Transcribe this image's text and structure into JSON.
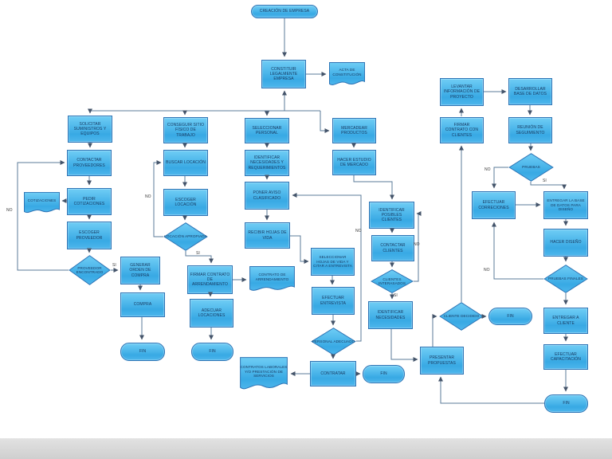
{
  "diagram": {
    "title": "CREACIÓN DE EMPRESA",
    "colors": {
      "node_fill_top": "#6fcdf5",
      "node_fill_bottom": "#38a9e4",
      "node_border": "#2e74b5",
      "node_text": "#17375e",
      "connector": "#5b7b9a",
      "arrowhead": "#44546a",
      "footer_band": "#d6d6d6"
    },
    "nodes": [
      {
        "id": 0,
        "type": "terminator",
        "label": "CREACIÓN DE EMPRESA"
      },
      {
        "id": 1,
        "type": "process",
        "label": "CONSTITUIR LEGALMENTE EMPRESA"
      },
      {
        "id": 2,
        "type": "document",
        "label": "ACTA DE CONSTITUCIÓN"
      },
      {
        "id": 3,
        "type": "process",
        "label": "SOLICITAR SUMINISTROS Y EQUIPOS"
      },
      {
        "id": 4,
        "type": "process",
        "label": "CONSEGUIR SITIO FÍSICO DE TRABAJO"
      },
      {
        "id": 5,
        "type": "process",
        "label": "SELECCIONAR PERSONAL"
      },
      {
        "id": 6,
        "type": "process",
        "label": "MERCADEAR PRODUCTOS"
      },
      {
        "id": 7,
        "type": "process",
        "label": "CONTACTAR PROVEEDORES"
      },
      {
        "id": 8,
        "type": "process",
        "label": "PEDIR COTIZACIONES"
      },
      {
        "id": 9,
        "type": "document",
        "label": "COTIZACIONES"
      },
      {
        "id": 10,
        "type": "process",
        "label": "ESCOGER PROVEEDOR"
      },
      {
        "id": 11,
        "type": "decision",
        "label": "PROVEEDOR ENCONTRADO"
      },
      {
        "id": 12,
        "type": "process",
        "label": "GENERAR ORDEN DE COMPRA"
      },
      {
        "id": 13,
        "type": "process",
        "label": "COMPRA"
      },
      {
        "id": 14,
        "type": "terminator",
        "label": "FIN"
      },
      {
        "id": 15,
        "type": "process",
        "label": "BUSCAR LOCACIÓN"
      },
      {
        "id": 16,
        "type": "process",
        "label": "ESCOGER LOCACIÓN"
      },
      {
        "id": 17,
        "type": "decision",
        "label": "LOCACIÓN APROPIADA"
      },
      {
        "id": 18,
        "type": "process",
        "label": "FIRMAR CONTRATO DE ARRENDAMIENTO"
      },
      {
        "id": 19,
        "type": "document",
        "label": "CONTRATO DE ARRENDAMIENTO"
      },
      {
        "id": 20,
        "type": "process",
        "label": "ADECUAR LOCACIONES"
      },
      {
        "id": 21,
        "type": "terminator",
        "label": "FIN"
      },
      {
        "id": 22,
        "type": "process",
        "label": "IDENTIFICAR NECESIDADES Y REQUERIMIENTOS"
      },
      {
        "id": 23,
        "type": "process",
        "label": "PONER AVISO CLASIFICADO"
      },
      {
        "id": 24,
        "type": "process",
        "label": "RECIBIR HOJAS DE VIDA"
      },
      {
        "id": 25,
        "type": "process",
        "label": "SELECCIONAR HOJAS DE VIDA Y CITAR A ENTREVISTA"
      },
      {
        "id": 26,
        "type": "process",
        "label": "EFECTUAR ENTREVISTA"
      },
      {
        "id": 27,
        "type": "decision",
        "label": "PERSONAL ADECUADO"
      },
      {
        "id": 28,
        "type": "process",
        "label": "CONTRATAR"
      },
      {
        "id": 29,
        "type": "document",
        "label": "CONTRATOS LABORALES Y/O PRESTACIÓN DE SERVICIOS"
      },
      {
        "id": 30,
        "type": "terminator",
        "label": "FIN"
      },
      {
        "id": 31,
        "type": "process",
        "label": "HACER ESTUDIO DE MERCADO"
      },
      {
        "id": 32,
        "type": "process",
        "label": "IDENTIFICAR POSIBLES CLIENTES"
      },
      {
        "id": 33,
        "type": "process",
        "label": "CONTACTAR CLIENTES"
      },
      {
        "id": 34,
        "type": "decision",
        "label": "CLIENTES INTERASADOS"
      },
      {
        "id": 35,
        "type": "process",
        "label": "IDENTIFICAR NECESIDADES"
      },
      {
        "id": 36,
        "type": "process",
        "label": "PRESENTAR PROPUESTAS"
      },
      {
        "id": 37,
        "type": "decision",
        "label": "CLIENTE DECIDIDO"
      },
      {
        "id": 38,
        "type": "terminator",
        "label": "FIN"
      },
      {
        "id": 39,
        "type": "process",
        "label": "LEVANTAR INFORMACIÓN DE PROYECTO"
      },
      {
        "id": 40,
        "type": "process",
        "label": "DESARROLLAR BASE DE DATOS"
      },
      {
        "id": 41,
        "type": "process",
        "label": "FIRMAR CONTRATO CON CLIENTES"
      },
      {
        "id": 42,
        "type": "process",
        "label": "REUNIÓN DE SEGUIMIENTO"
      },
      {
        "id": 43,
        "type": "decision",
        "label": "PRUEBAS"
      },
      {
        "id": 44,
        "type": "process",
        "label": "EFECTUAR CORRECIONES"
      },
      {
        "id": 45,
        "type": "process",
        "label": "ENTREGAR LA BASE DE DATOS PARA DISEÑO"
      },
      {
        "id": 46,
        "type": "process",
        "label": "HACER DISEÑO"
      },
      {
        "id": 47,
        "type": "decision",
        "label": "PRUEBAS FINALES"
      },
      {
        "id": 48,
        "type": "process",
        "label": "ENTREGAR A CLIENTE"
      },
      {
        "id": 49,
        "type": "process",
        "label": "EFECTUAR CAPACITACIÓN"
      },
      {
        "id": 50,
        "type": "terminator",
        "label": "FIN"
      }
    ],
    "edge_labels": [
      {
        "text": "NO"
      },
      {
        "text": "SI"
      },
      {
        "text": "NO"
      },
      {
        "text": "SI"
      },
      {
        "text": "NO"
      },
      {
        "text": "NO"
      },
      {
        "text": "SI"
      },
      {
        "text": "NO"
      },
      {
        "text": "SI"
      },
      {
        "text": "NO"
      }
    ]
  }
}
